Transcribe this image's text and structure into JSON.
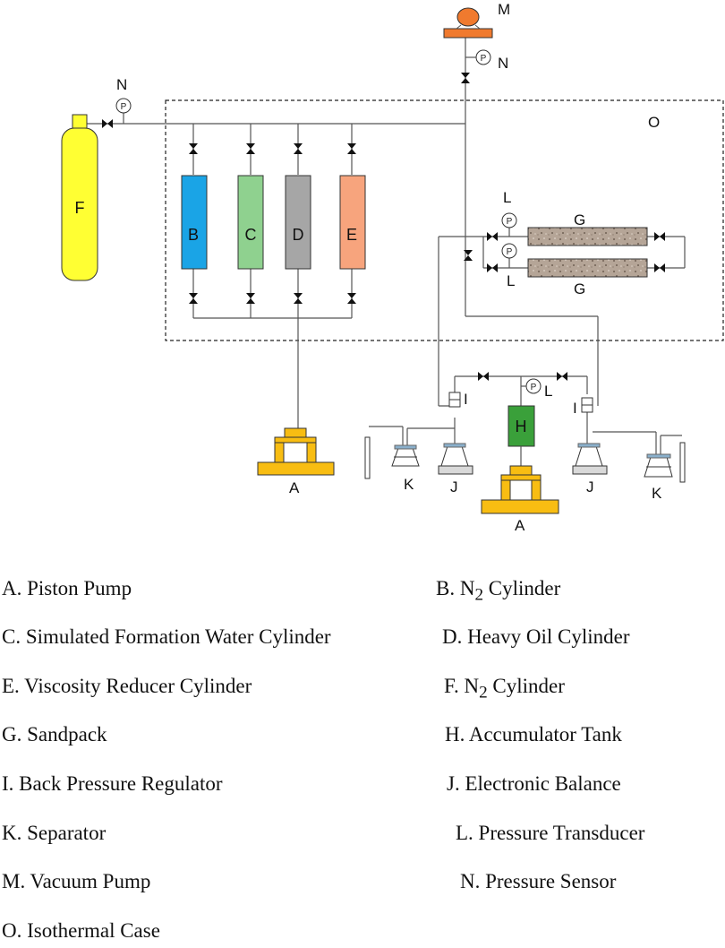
{
  "labels": {
    "A1": "A",
    "A2": "A",
    "B": "B",
    "C": "C",
    "D": "D",
    "E": "E",
    "F": "F",
    "G1": "G",
    "G2": "G",
    "H": "H",
    "I1": "I",
    "I2": "I",
    "J1": "J",
    "J2": "J",
    "K1": "K",
    "K2": "K",
    "L1": "L",
    "L2": "L",
    "L3": "L",
    "M": "M",
    "N1": "N",
    "N2": "N",
    "O": "O",
    "P": "P"
  },
  "colors": {
    "cylinder_B": "#1aa4e6",
    "cylinder_C": "#8fd18f",
    "cylinder_D": "#a6a6a6",
    "cylinder_E": "#f7a47d",
    "cylinder_F": "#ffff33",
    "pump": "#f8bd12",
    "accumulator": "#3aa03a",
    "vacuum_pump": "#f07a2e",
    "sandpack": "#b5a597",
    "balance": "#d9d9d9",
    "flask_top": "#8ab0cc"
  },
  "legend": [
    {
      "prefix": "A. Piston Pump",
      "sub": "",
      "suffix": ""
    },
    {
      "prefix": "B. N",
      "sub": "2",
      "suffix": " Cylinder"
    },
    {
      "prefix": "C. Simulated Formation Water Cylinder",
      "sub": "",
      "suffix": ""
    },
    {
      "prefix": "D. Heavy Oil Cylinder",
      "sub": "",
      "suffix": ""
    },
    {
      "prefix": "E. Viscosity Reducer Cylinder",
      "sub": "",
      "suffix": ""
    },
    {
      "prefix": "F. N",
      "sub": "2",
      "suffix": " Cylinder"
    },
    {
      "prefix": "G. Sandpack",
      "sub": "",
      "suffix": ""
    },
    {
      "prefix": "H. Accumulator Tank",
      "sub": "",
      "suffix": ""
    },
    {
      "prefix": "I. Back Pressure Regulator",
      "sub": "",
      "suffix": ""
    },
    {
      "prefix": "J. Electronic Balance",
      "sub": "",
      "suffix": ""
    },
    {
      "prefix": "K. Separator",
      "sub": "",
      "suffix": ""
    },
    {
      "prefix": "L. Pressure Transducer",
      "sub": "",
      "suffix": ""
    },
    {
      "prefix": "M. Vacuum Pump",
      "sub": "",
      "suffix": ""
    },
    {
      "prefix": "N. Pressure Sensor",
      "sub": "",
      "suffix": ""
    },
    {
      "prefix": "O. Isothermal Case",
      "sub": "",
      "suffix": ""
    }
  ]
}
